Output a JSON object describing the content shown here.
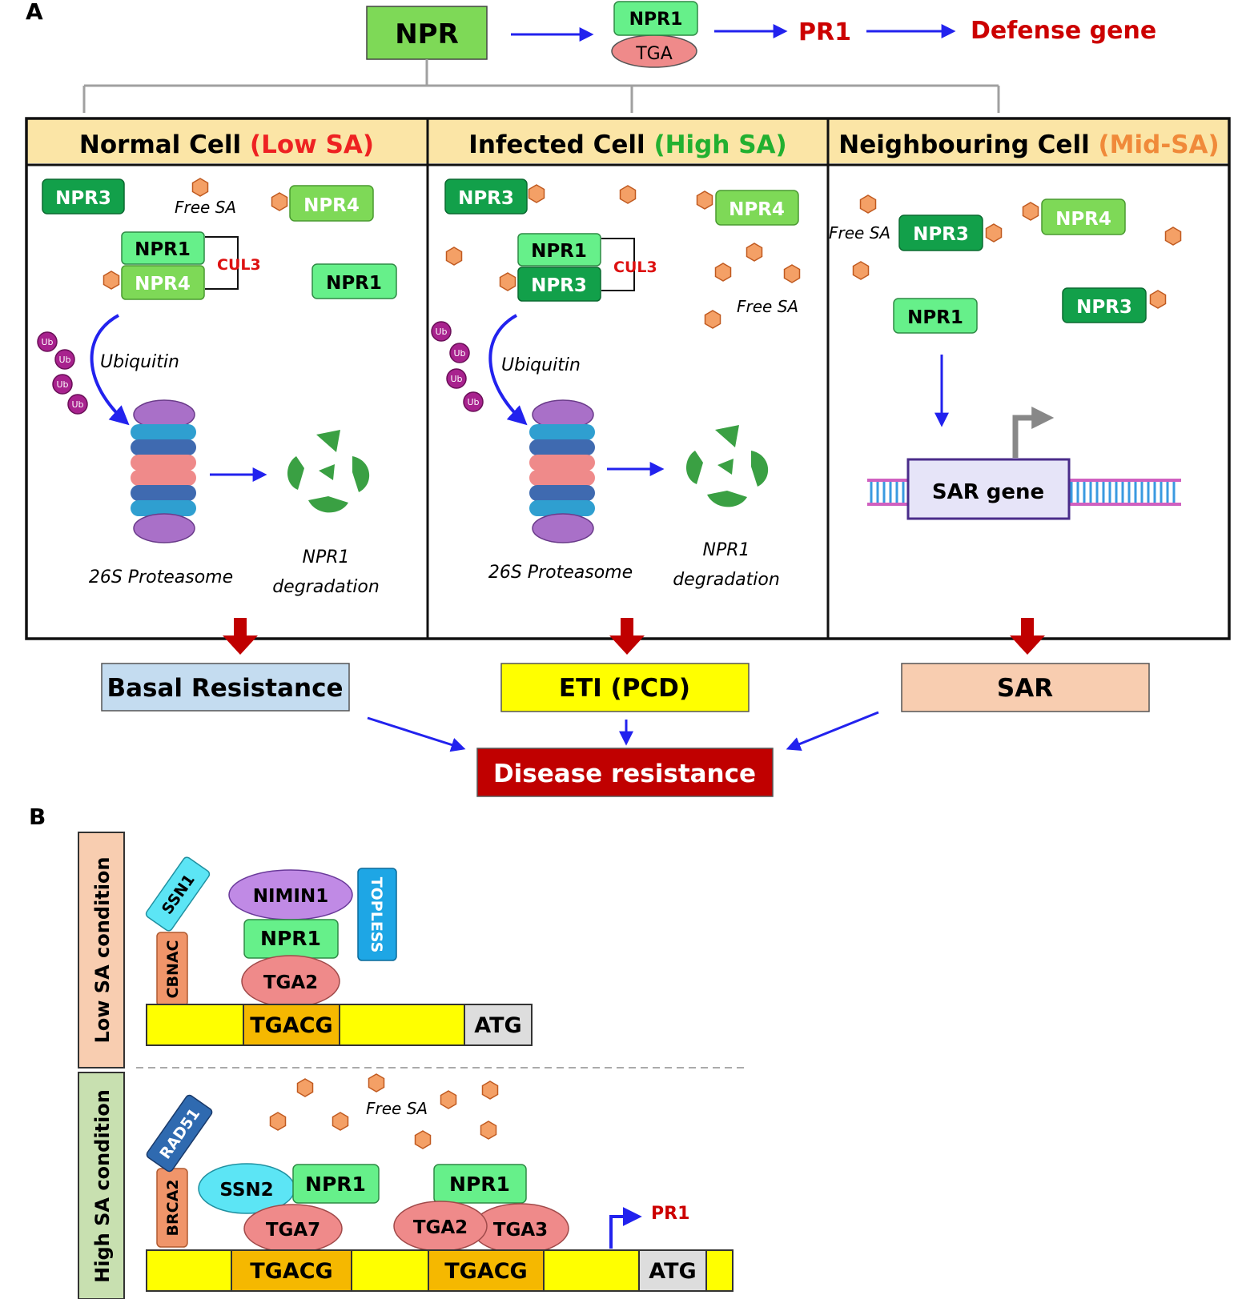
{
  "panel_a": {
    "label": "A",
    "top": {
      "npr": "NPR",
      "npr1": "NPR1",
      "tga": "TGA",
      "pr1": "PR1",
      "defense_gene": "Defense gene"
    },
    "columns": [
      {
        "title": "Normal Cell",
        "sa": "(Low SA)"
      },
      {
        "title": "Infected Cell",
        "sa": "(High SA)"
      },
      {
        "title": "Neighbouring Cell",
        "sa": "(Mid-SA)"
      }
    ],
    "normal": {
      "npr3": "NPR3",
      "free_sa": "Free SA",
      "npr4": "NPR4",
      "complex_top": "NPR1",
      "complex_bottom": "NPR4",
      "cul3": "CUL3",
      "npr1": "NPR1",
      "ubiquitin": "Ubiquitin",
      "ub": "Ub",
      "proteasome": "26S Proteasome",
      "deg1": "NPR1",
      "deg2": "degradation"
    },
    "infected": {
      "npr3": "NPR3",
      "npr4": "NPR4",
      "complex_top": "NPR1",
      "complex_bottom": "NPR3",
      "cul3": "CUL3",
      "free_sa": "Free SA",
      "ubiquitin": "Ubiquitin",
      "ub": "Ub",
      "proteasome": "26S Proteasome",
      "deg1": "NPR1",
      "deg2": "degradation"
    },
    "neighbour": {
      "free_sa": "Free SA",
      "npr3a": "NPR3",
      "npr4": "NPR4",
      "npr1": "NPR1",
      "npr3b": "NPR3",
      "sar_gene": "SAR gene"
    },
    "outcomes": {
      "basal": "Basal Resistance",
      "eti": "ETI (PCD)",
      "sar": "SAR",
      "disease": "Disease resistance"
    }
  },
  "panel_b": {
    "label": "B",
    "low_condition": "Low SA condition",
    "high_condition": "High SA condition",
    "low": {
      "ssn1": "SSN1",
      "cbnac": "CBNAC",
      "nimin1": "NIMIN1",
      "npr1": "NPR1",
      "topless": "TOPLESS",
      "tga2": "TGA2",
      "tgacg": "TGACG",
      "atg": "ATG"
    },
    "high": {
      "free_sa": "Free SA",
      "rad51": "RAD51",
      "brca2": "BRCA2",
      "ssn2": "SSN2",
      "npr1a": "NPR1",
      "tga7": "TGA7",
      "npr1b": "NPR1",
      "tga2": "TGA2",
      "tga3": "TGA3",
      "pr1": "PR1",
      "tgacg1": "TGACG",
      "tgacg2": "TGACG",
      "atg": "ATG"
    }
  },
  "colors": {
    "arrow_blue": "#2222ee",
    "red_text": "#cc0000",
    "header_fill": "#fbe5a6",
    "npr1_green": "#66f08a",
    "npr3_green": "#12a04a",
    "npr4_green": "#7ed957",
    "tga_pink": "#ef8a8a",
    "ub_purple": "#a8228e",
    "hexagon": "#f4a066",
    "fragment_green": "#3aa043",
    "basal_fill": "#c4dcf0",
    "eti_fill": "#ffff00",
    "sar_fill": "#f8cdb0",
    "disease_fill": "#c00000",
    "promoter_yellow": "#ffff00",
    "box_orange": "#f5b800"
  }
}
